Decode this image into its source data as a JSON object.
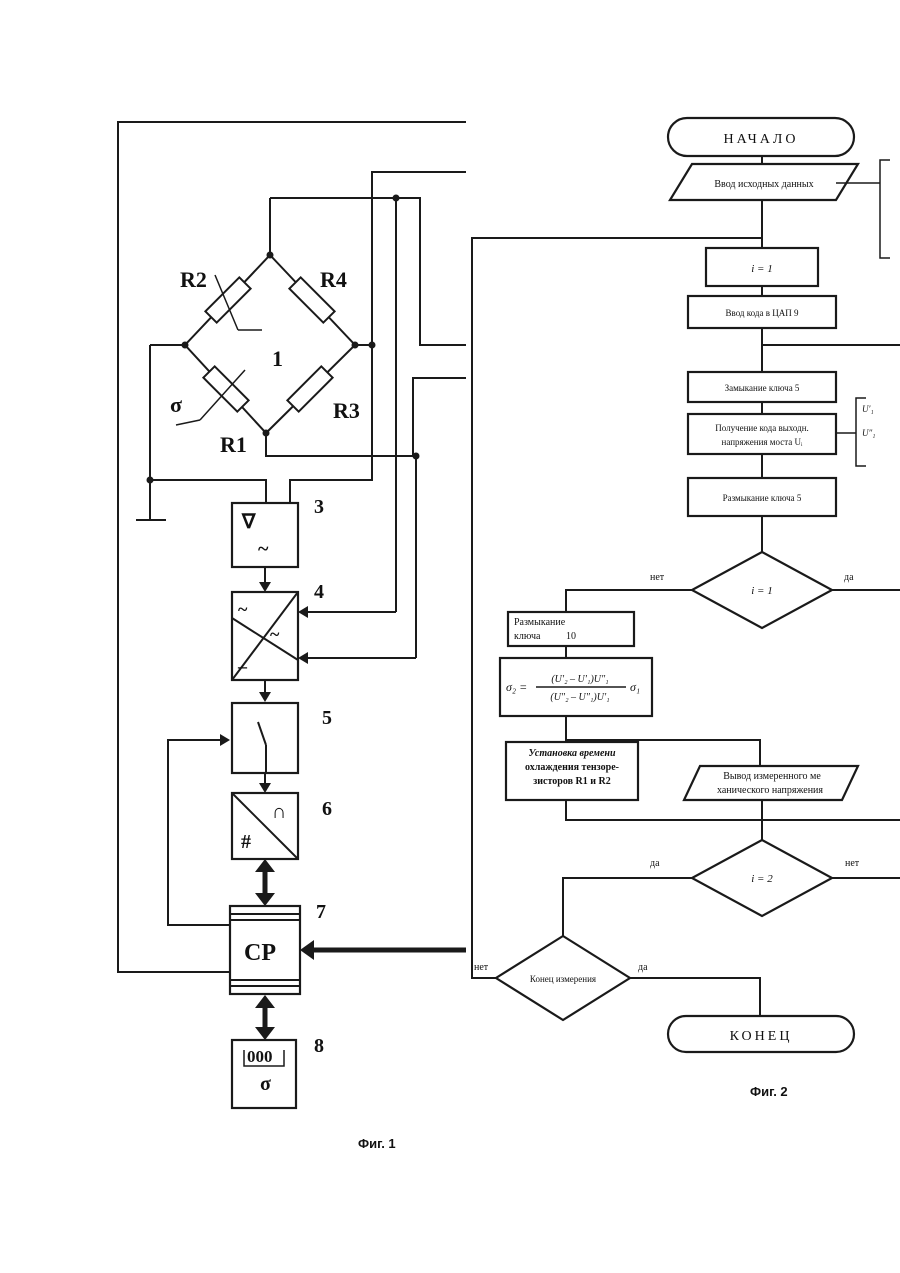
{
  "figure1": {
    "caption": "Фиг. 1",
    "bridge": {
      "r1": "R1",
      "r2": "R2",
      "r3": "R3",
      "r4": "R4",
      "center_label": "1",
      "sigma_label": "σ"
    },
    "blocks": {
      "b3_num": "3",
      "b3_sym1": "∇",
      "b3_sym2": "~",
      "b4_num": "4",
      "b4_sym1": "~",
      "b4_sym2": "~",
      "b4_sym3": "–",
      "b5_num": "5",
      "b6_num": "6",
      "b6_sym1": "∩",
      "b6_sym2": "#",
      "b7_num": "7",
      "b7_label": "СР",
      "b8_num": "8",
      "b8_display": "000",
      "b8_sigma": "σ"
    }
  },
  "figure2": {
    "caption": "Фиг. 2",
    "start": "НАЧАЛО",
    "input": "Ввод исходных данных",
    "i_assign": "i = 1",
    "input_code": "Ввод кода в ЦАП 9",
    "close_key": "Замыкание ключа 5",
    "get_code_line1": "Получение кода выходн.",
    "get_code_line2": "напряжения моста Uᵢ",
    "open_key": "Размыкание ключа 5",
    "cond1": "i = 1",
    "no1": "нет",
    "yes1": "да",
    "open_key10_line1": "Размыкание",
    "open_key10_line2": "ключа",
    "open_key10_num": "10",
    "formula_lhs": "σ₂ =",
    "formula_num": "(U′₂ – U′₁)U″₁",
    "formula_den": "(U″₂ – U″₁)U′₁",
    "formula_rhs": "σ₁",
    "cool_line1": "Установка времени",
    "cool_line2": "охлаждения тензоре-",
    "cool_line3": "зисторов R1 и R2",
    "output_line1": "Вывод измеренного ме",
    "output_line2": "ханического напряжения",
    "cond2": "i = 2",
    "yes2": "да",
    "no2": "нет",
    "cond3": "Конец измерения",
    "no3": "нет",
    "yes3": "да",
    "end": "КОНЕЦ",
    "side_u1": "U′₁",
    "side_u2": "U″₁"
  }
}
